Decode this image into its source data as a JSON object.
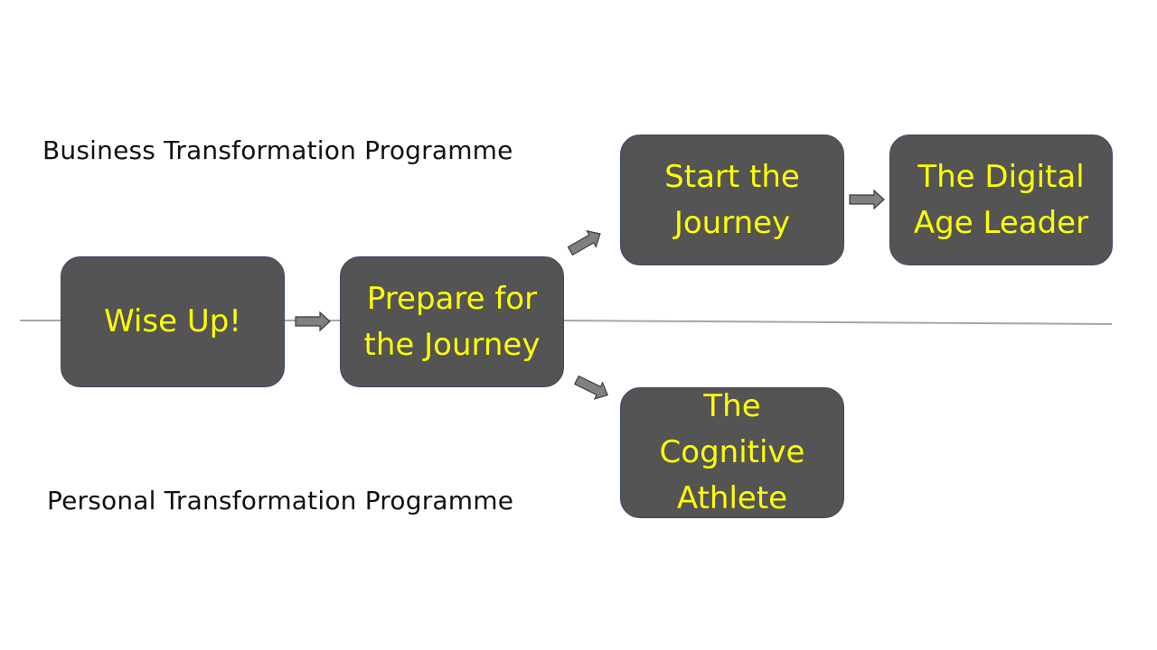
{
  "lanes": {
    "business": "Business Transformation Programme",
    "personal": "Personal Transformation Programme"
  },
  "steps": {
    "wise_up": "Wise Up!",
    "prepare": "Prepare for the Journey",
    "start": "Start the Journey",
    "digital_leader": "The Digital Age Leader",
    "cognitive_athlete": "The Cognitive Athlete"
  },
  "colors": {
    "box_fill": "#545454",
    "box_text": "#ffff00",
    "box_border": "#3b4a6b",
    "arrow_fill": "#808080",
    "arrow_stroke": "#3c3c3c",
    "divider": "#a6a6a6",
    "label_text": "#111111"
  }
}
